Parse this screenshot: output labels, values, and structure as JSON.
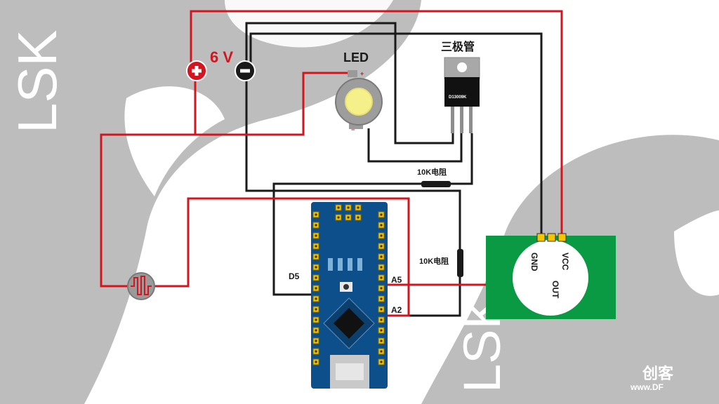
{
  "watermark": {
    "text_left": "LSK",
    "text_bottom": "LSK",
    "site": "创客",
    "site_url": "www.DF"
  },
  "power": {
    "voltage_label": "6 V",
    "plus_symbol": "+",
    "minus_symbol": "−"
  },
  "led": {
    "label": "LED",
    "plus": "+",
    "minus": "−"
  },
  "transistor": {
    "label": "三极管",
    "part": "D13009K"
  },
  "resistors": {
    "r1": "10K电阻",
    "r2": "10K电阻"
  },
  "arduino": {
    "pin_d5": "D5",
    "pin_a5": "A5",
    "pin_a2": "A2"
  },
  "sensor": {
    "gnd": "GND",
    "vcc": "VCC",
    "out": "OUT"
  },
  "colors": {
    "red_wire": "#d4151f",
    "black_wire": "#1a1a1a",
    "board": "#0d4f8a",
    "sensor": "#0a9a44",
    "watermark": "#bdbdbd"
  }
}
